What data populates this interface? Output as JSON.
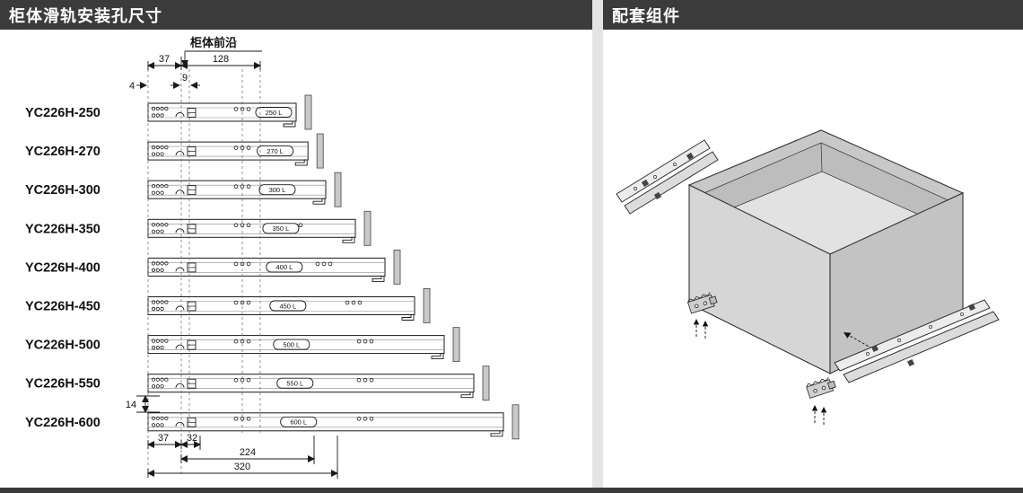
{
  "left_panel": {
    "title": "柜体滑轨安装孔尺寸",
    "annotations": {
      "front_edge": "柜体前沿",
      "dim_4": "4",
      "dim_37_top": "37",
      "dim_9": "9",
      "dim_128": "128",
      "dim_14": "14",
      "dim_37_bottom": "37",
      "dim_32": "32",
      "dim_224": "224",
      "dim_320": "320"
    },
    "models": [
      {
        "label": "YC226H-250",
        "length_mm": 250,
        "tag": "250 L"
      },
      {
        "label": "YC226H-270",
        "length_mm": 270,
        "tag": "270 L"
      },
      {
        "label": "YC226H-300",
        "length_mm": 300,
        "tag": "300 L"
      },
      {
        "label": "YC226H-350",
        "length_mm": 350,
        "tag": "350 L"
      },
      {
        "label": "YC226H-400",
        "length_mm": 400,
        "tag": "400 L"
      },
      {
        "label": "YC226H-450",
        "length_mm": 450,
        "tag": "450 L"
      },
      {
        "label": "YC226H-500",
        "length_mm": 500,
        "tag": "500 L"
      },
      {
        "label": "YC226H-550",
        "length_mm": 550,
        "tag": "550 L"
      },
      {
        "label": "YC226H-600",
        "length_mm": 600,
        "tag": "600 L"
      }
    ]
  },
  "right_panel": {
    "title": "配套组件",
    "graphic_icons": [
      "slide-rail-left-icon",
      "drawer-box-icon",
      "locking-clip-icon",
      "slide-rail-right-icon"
    ]
  },
  "colors": {
    "header_bg": "#3b3b3b",
    "header_text": "#ffffff",
    "panel_bg": "#ffffff",
    "page_bg": "#e4e4e4",
    "line": "#1a1a1a",
    "rail_bar_fill": "#c9c9c9",
    "drawer_fill": "#d6d6d6"
  }
}
